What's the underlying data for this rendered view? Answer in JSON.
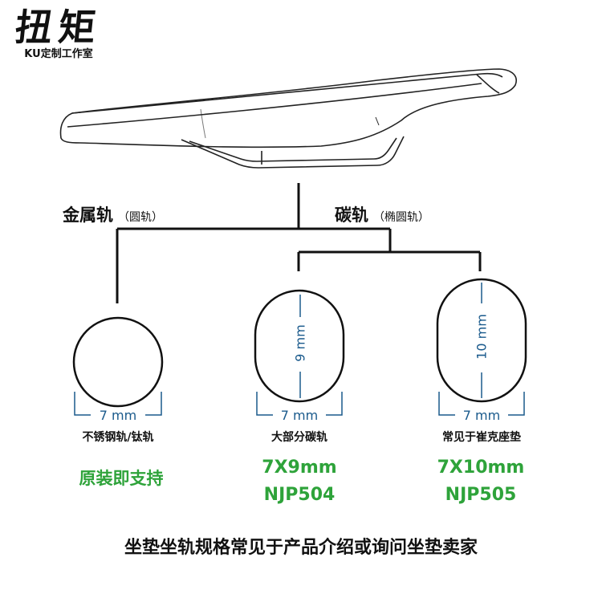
{
  "logo": {
    "title": "扭矩",
    "subtitle": "KU定制工作室"
  },
  "branches": {
    "metal": {
      "label": "金属轨",
      "note": "（圆轨）"
    },
    "carbon": {
      "label": "碳轨",
      "note": "（椭圆轨）"
    }
  },
  "rails": [
    {
      "width": "7 mm",
      "height": "",
      "name": "不锈钢轨/钛轨",
      "support": "原装即支持",
      "model": ""
    },
    {
      "width": "7 mm",
      "height": "9 mm",
      "name": "大部分碳轨",
      "support": "7X9mm",
      "model": "NJP504"
    },
    {
      "width": "7 mm",
      "height": "10 mm",
      "name": "常见于崔克座垫",
      "support": "7X10mm",
      "model": "NJP505"
    }
  ],
  "footer": "坐垫坐轨规格常见于产品介绍或询问坐垫卖家",
  "colors": {
    "dimension": "#1a5a8c",
    "accent_green": "#2ea33a",
    "line": "#111111"
  }
}
